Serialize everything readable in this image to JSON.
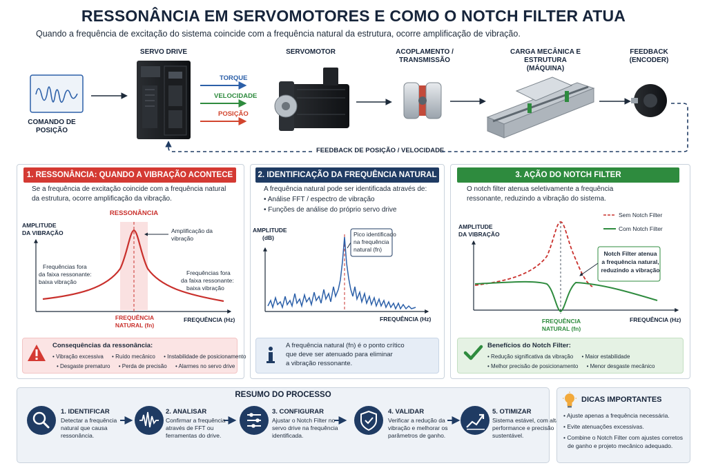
{
  "header": {
    "title": "RESSONÂNCIA EM SERVOMOTORES E COMO O NOTCH FILTER ATUA",
    "subtitle": "Quando a frequência de excitação do sistema coincide com a frequência natural da estrutura, ocorre amplificação de vibração."
  },
  "flow": {
    "command_label": "COMANDO DE POSIÇÃO",
    "drive_label": "SERVO DRIVE",
    "motor_label": "SERVOMOTOR",
    "coupling_label": "ACOPLAMENTO / TRANSMISSÃO",
    "load_label": "CARGA MECÂNICA E ESTRUTURA (MÁQUINA)",
    "feedback_label": "FEEDBACK (ENCODER)",
    "signals": [
      {
        "label": "TORQUE",
        "color": "#2b5fa8"
      },
      {
        "label": "VELOCIDADE",
        "color": "#2e8b3e"
      },
      {
        "label": "POSIÇÃO",
        "color": "#d2452e"
      }
    ],
    "feedback_loop_label": "FEEDBACK DE POSIÇÃO / VELOCIDADE"
  },
  "panel1": {
    "title": "1. RESSONÂNCIA: QUANDO A VIBRAÇÃO ACONTECE",
    "color": "#d43a33",
    "text": "Se a frequência de excitação coincide com a frequência natural da estrutura, ocorre amplificação da vibração.",
    "y_label_1": "AMPLITUDE",
    "y_label_2": "DA VIBRAÇÃO",
    "x_label": "FREQUÊNCIA (Hz)",
    "resonance_label": "RESSONÂNCIA",
    "amplification_1": "Amplificação da",
    "amplification_2": "vibração",
    "left_note_1": "Frequências fora",
    "left_note_2": "da faixa ressonante:",
    "left_note_3": "baixa vibração",
    "right_note_1": "Frequências fora",
    "right_note_2": "da faixa ressonante:",
    "right_note_3": "baixa vibração",
    "fn_label_1": "FREQUÊNCIA",
    "fn_label_2": "NATURAL (fn)",
    "consequences_title": "Consequências da ressonância:",
    "consequences_row1": [
      "• Vibração excessiva",
      "• Ruído mecânico",
      "• Instabilidade de posicionamento"
    ],
    "consequences_row2": [
      "• Desgaste prematuro",
      "• Perda de precisão",
      "• Alarmes no servo drive"
    ]
  },
  "panel2": {
    "title": "2. IDENTIFICAÇÃO DA FREQUÊNCIA NATURAL",
    "color": "#1f3b63",
    "text": "A frequência natural pode ser identificada através de:",
    "bullet_1": "• Análise FFT / espectro de vibração",
    "bullet_2": "• Funções de análise do próprio servo drive",
    "y_label_1": "AMPLITUDE",
    "y_label_2": "(dB)",
    "x_label": "FREQUÊNCIA (Hz)",
    "peak_1": "Pico identificado",
    "peak_2": "na frequência",
    "peak_3": "natural (fn)",
    "info_1": "A frequência natural (fn) é o ponto crítico",
    "info_2": "que deve ser atenuado para eliminar",
    "info_3": "a vibração ressonante."
  },
  "panel3": {
    "title": "3. AÇÃO DO NOTCH FILTER",
    "color": "#2e8b3e",
    "text": "O notch filter atenua seletivamente a frequência ressonante, reduzindo a vibração do sistema.",
    "y_label_1": "AMPLITUDE",
    "y_label_2": "DA VIBRAÇÃO",
    "x_label": "FREQUÊNCIA (Hz)",
    "legend_without": "Sem Notch Filter",
    "legend_with": "Com Notch Filter",
    "note_1": "Notch Filter atenua",
    "note_2": "a frequência natural,",
    "note_3": "reduzindo a vibração",
    "fn_label_1": "FREQUÊNCIA",
    "fn_label_2": "NATURAL (fn)",
    "benefits_title": "Benefícios do Notch Filter:",
    "benefits_row1": [
      "• Redução significativa da vibração",
      "• Maior estabilidade"
    ],
    "benefits_row2": [
      "• Melhor precisão de posicionamento",
      "• Menor desgaste mecânico"
    ]
  },
  "summary": {
    "title": "RESUMO DO PROCESSO",
    "steps": [
      {
        "title": "1. IDENTIFICAR",
        "l1": "Detectar a frequência",
        "l2": "natural que causa",
        "l3": "ressonância."
      },
      {
        "title": "2. ANALISAR",
        "l1": "Confirmar a frequência",
        "l2": "através de FFT ou",
        "l3": "ferramentas do drive."
      },
      {
        "title": "3. CONFIGURAR",
        "l1": "Ajustar o Notch Filter no",
        "l2": "servo drive na frequência",
        "l3": "identificada."
      },
      {
        "title": "4. VALIDAR",
        "l1": "Verificar a redução da",
        "l2": "vibração e melhorar os",
        "l3": "parâmetros de ganho."
      },
      {
        "title": "5. OTIMIZAR",
        "l1": "Sistema estável, com alta",
        "l2": "performance e precisão",
        "l3": "sustentável."
      }
    ]
  },
  "tips": {
    "title": "DICAS IMPORTANTES",
    "t1": "• Ajuste apenas a frequência necessária.",
    "t2": "• Evite atenuações excessivas.",
    "t3": "• Combine o Notch Filter com ajustes corretos",
    "t4": "de ganho e projeto mecânico adequado."
  }
}
